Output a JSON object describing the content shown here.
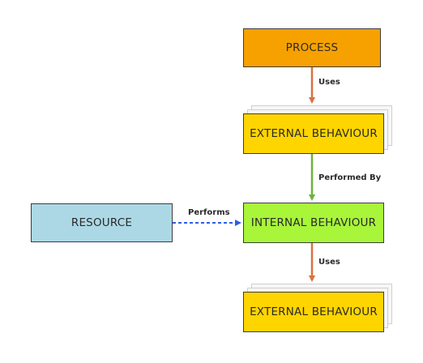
{
  "nodes": {
    "process": {
      "label": "PROCESS"
    },
    "external_top": {
      "label": "EXTERNAL BEHAVIOUR"
    },
    "internal": {
      "label": "INTERNAL BEHAVIOUR"
    },
    "resource": {
      "label": "RESOURCE"
    },
    "external_bottom": {
      "label": "EXTERNAL BEHAVIOUR"
    }
  },
  "edges": {
    "process_to_external": {
      "label": "Uses"
    },
    "internal_to_external_top": {
      "label": "Performed By"
    },
    "resource_to_internal": {
      "label": "Performs"
    },
    "internal_to_external_bottom": {
      "label": "Uses"
    }
  },
  "colors": {
    "process": "#f7a100",
    "external": "#ffd500",
    "internal": "#a8f53a",
    "resource": "#acd8e6",
    "arrow_uses": "#d9723f",
    "arrow_performed_by": "#6cb33f",
    "arrow_performs": "#2c5ee8"
  }
}
